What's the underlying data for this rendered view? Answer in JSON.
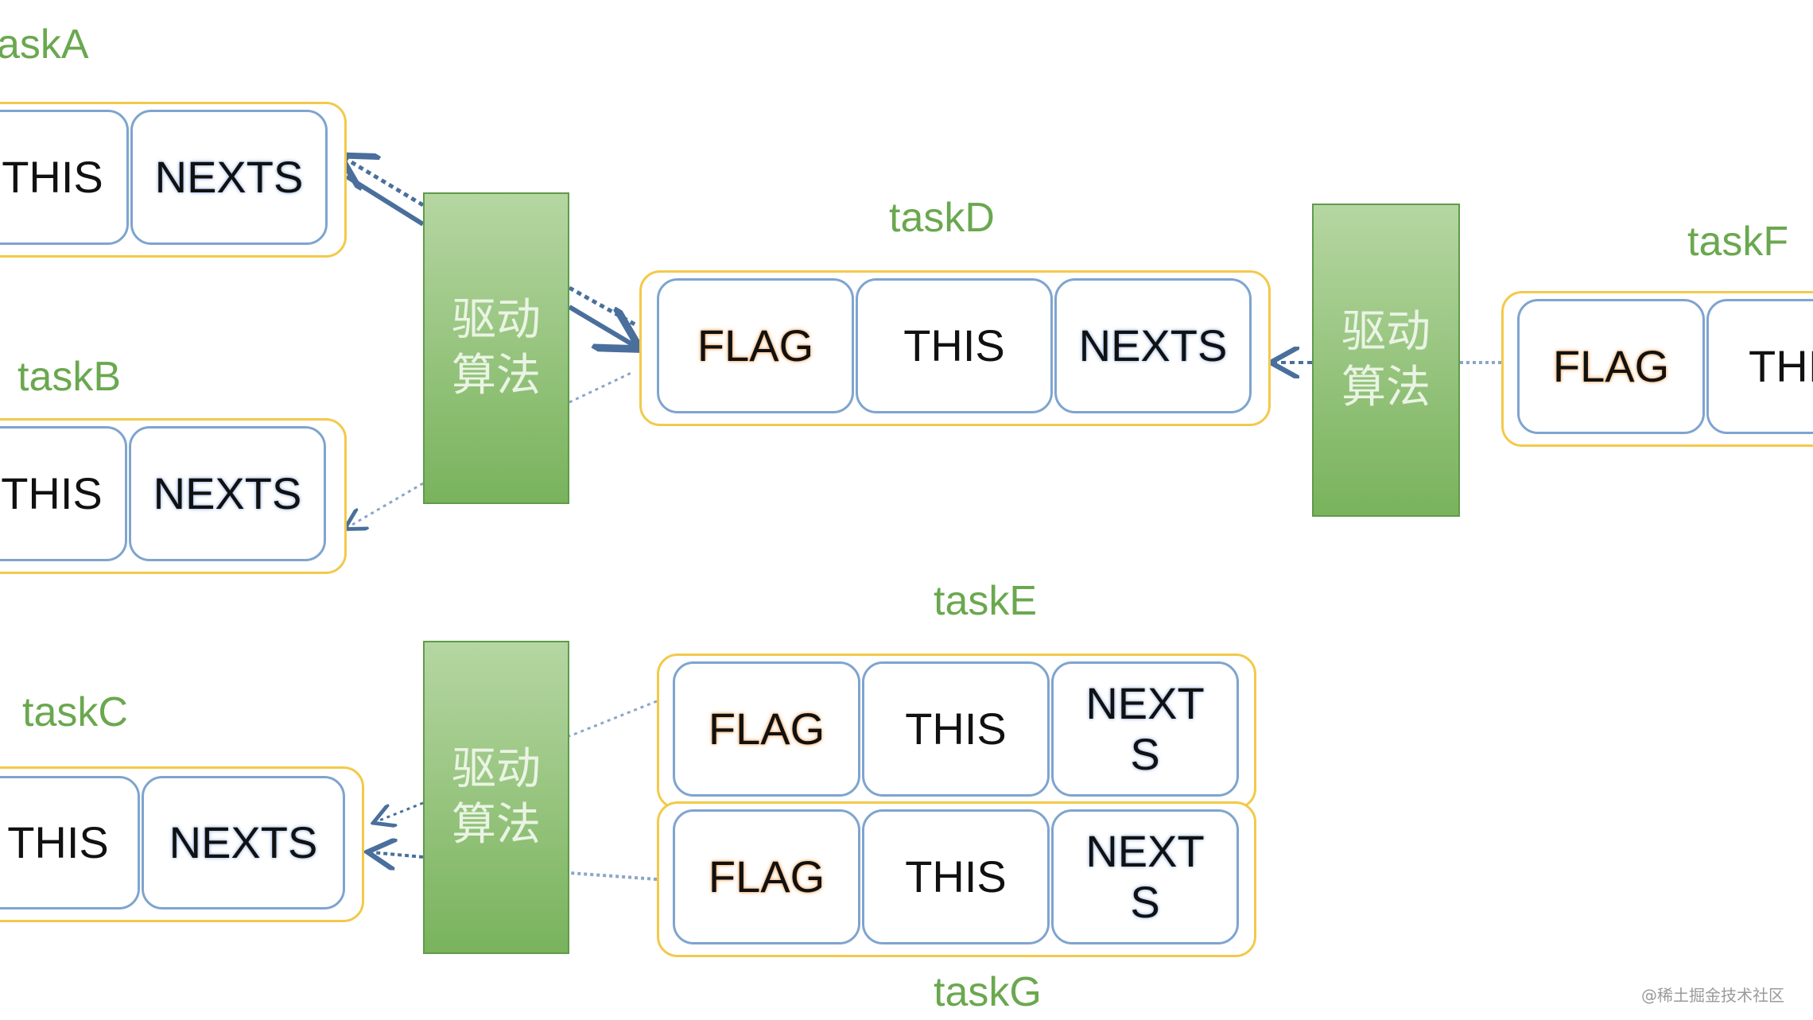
{
  "tasks": {
    "taskA": {
      "label": "askA",
      "cells": [
        "THIS",
        "NEXTS"
      ]
    },
    "taskB": {
      "label": "taskB",
      "cells": [
        "THIS",
        "NEXTS"
      ]
    },
    "taskC": {
      "label": "taskC",
      "cells": [
        "THIS",
        "NEXTS"
      ]
    },
    "taskD": {
      "label": "taskD",
      "cells": [
        "FLAG",
        "THIS",
        "NEXTS"
      ]
    },
    "taskE": {
      "label": "taskE",
      "cells": [
        "FLAG",
        "THIS",
        "NEXT S"
      ]
    },
    "taskF": {
      "label": "taskF",
      "cells": [
        "FLAG",
        "THI"
      ]
    },
    "taskG": {
      "label": "taskG",
      "cells": [
        "FLAG",
        "THIS",
        "NEXT S"
      ]
    }
  },
  "drivers": {
    "driver1": "驱动算法",
    "driver2": "驱动算法",
    "driver3": "驱动算法"
  },
  "watermark": "@稀土掘金技术社区",
  "colors": {
    "task_label": "#6aa84f",
    "group_border": "#f3c94a",
    "cell_border": "#7fa4cf",
    "driver_fill_top": "#b5d6a2",
    "driver_fill_bottom": "#79b35c",
    "arrow": "#4a6f9c"
  }
}
